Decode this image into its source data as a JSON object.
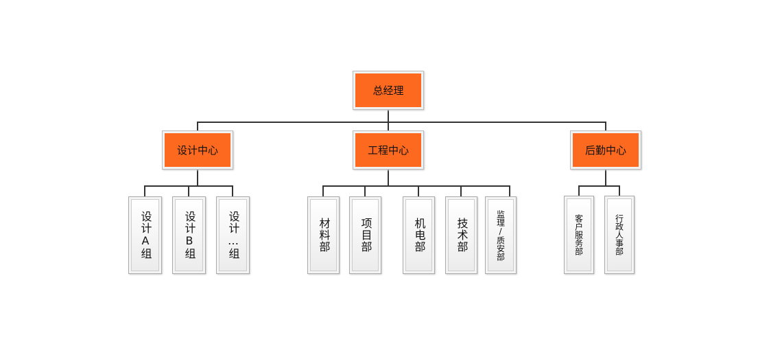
{
  "root": {
    "label": "总经理"
  },
  "centers": [
    {
      "label": "设计中心",
      "children": [
        "设计A组",
        "设计B组",
        "设计…组"
      ]
    },
    {
      "label": "工程中心",
      "children": [
        "材料部",
        "项目部",
        "机电部",
        "技术部",
        "监理/质安部"
      ]
    },
    {
      "label": "后勤中心",
      "children": [
        "客户服务部",
        "行政人事部"
      ]
    }
  ],
  "colors": {
    "node_fill": "#fd6a1f",
    "line": "#333333"
  }
}
